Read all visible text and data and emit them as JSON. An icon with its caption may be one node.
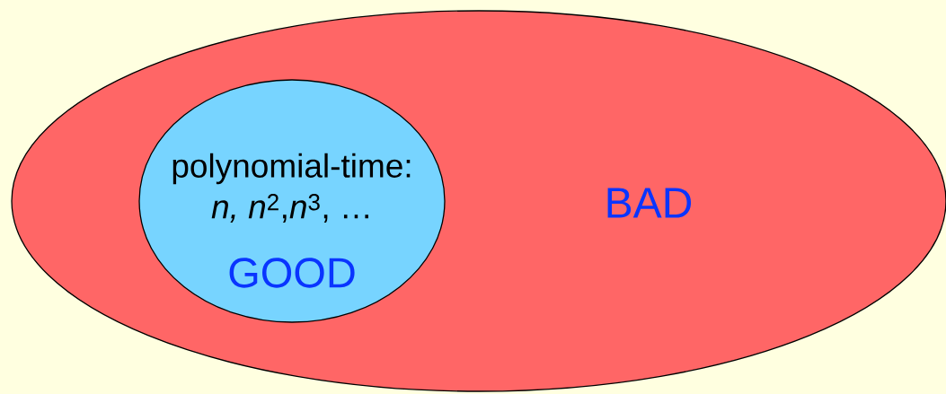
{
  "diagram": {
    "nodes": [
      {
        "text": [
          "BAD"
        ]
      },
      {
        "text": [
          "polynomial-time:",
          "*n, n*$^{2}$,*n*$^{3}$, …",
          "GOOD"
        ],
        "in": 0
      }
    ]
  }
}
